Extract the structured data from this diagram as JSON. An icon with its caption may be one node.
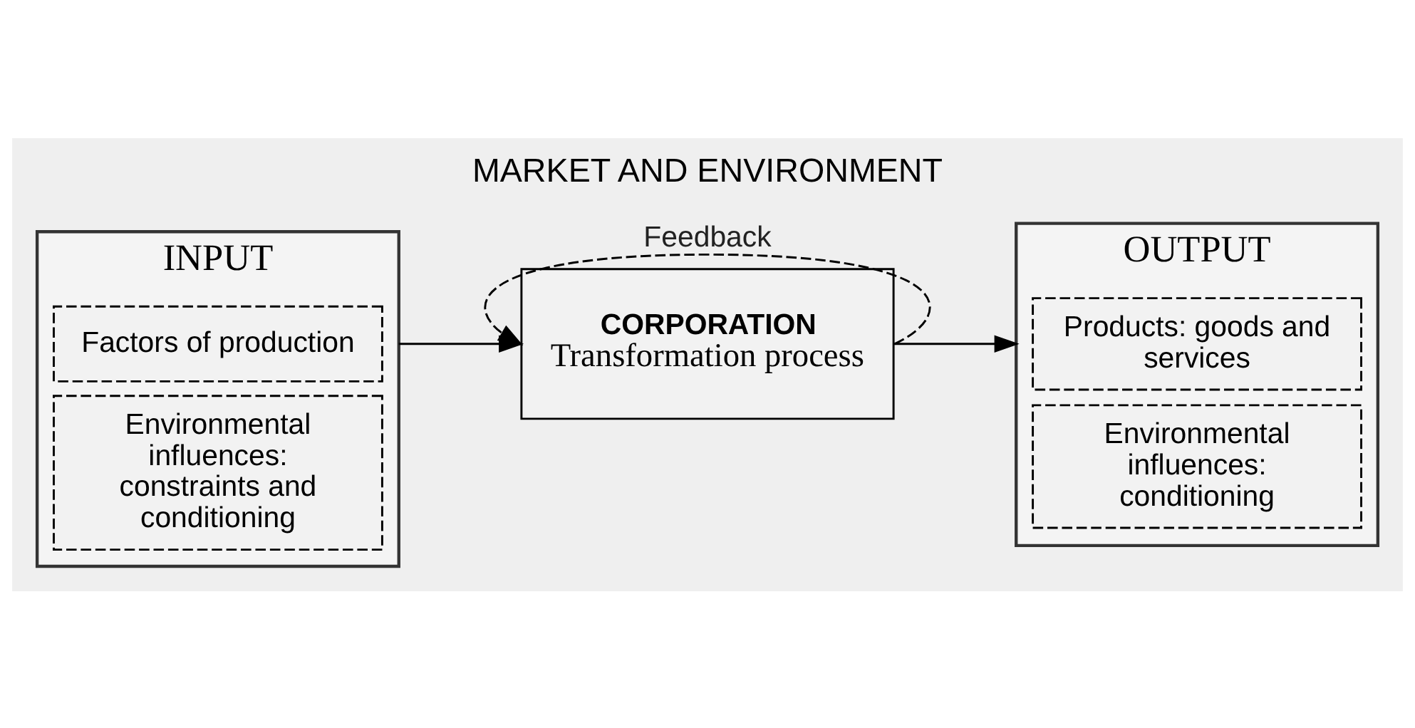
{
  "diagram": {
    "title": "MARKET AND ENVIRONMENT",
    "nodes": [
      {
        "text": [
          "INPUT"
        ]
      },
      {
        "text": [
          "Factors of production"
        ],
        "in": 0
      },
      {
        "text": [
          "Environmental influences: constraints and conditioning"
        ],
        "in": 0
      },
      {
        "text": [
          "CORPORATION",
          "Transformation process"
        ]
      },
      {
        "text": [
          "OUTPUT"
        ]
      },
      {
        "text": [
          "Products: goods and services"
        ],
        "in": 4
      },
      {
        "text": [
          "Environmental influences: conditioning"
        ],
        "in": 4
      }
    ],
    "edges": [
      {
        "from": 0,
        "to": 3,
        "arrow": "to"
      },
      {
        "from": 3,
        "to": 4,
        "arrow": "to"
      },
      {
        "from": 3,
        "to": 3,
        "arrow": "to",
        "label": "Feedback",
        "style": "dashed"
      }
    ]
  }
}
